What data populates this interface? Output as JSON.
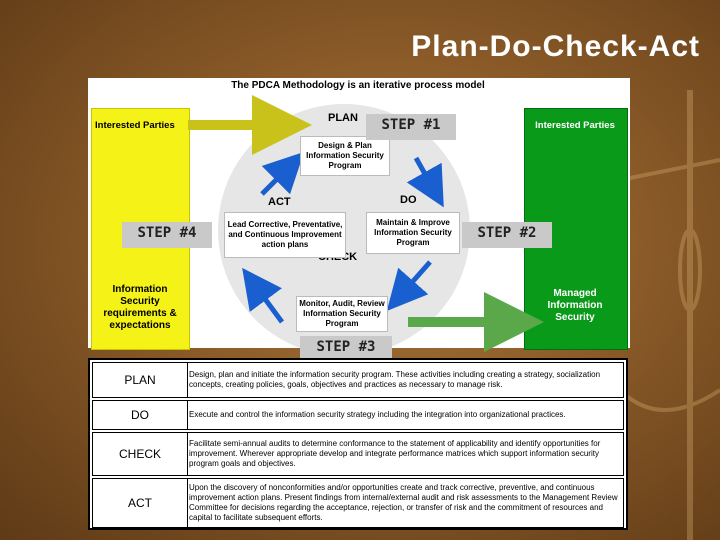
{
  "title": "Plan-Do-Check-Act",
  "subtitle": "The PDCA Methodology is an iterative process model",
  "left_panel": {
    "top_label": "Interested Parties",
    "bottom_label": "Information Security requirements & expectations"
  },
  "right_panel": {
    "top_label": "Interested Parties",
    "bottom_label": "Managed Information Security"
  },
  "phases": {
    "plan": {
      "label": "PLAN",
      "box": "Design & Plan Information Security Program",
      "step": "STEP #1"
    },
    "do": {
      "label": "DO",
      "box": "Maintain & Improve Information Security Program",
      "step": "STEP #2"
    },
    "check": {
      "label": "CHECK",
      "box": "Monitor, Audit, Review Information Security Program",
      "step": "STEP #3"
    },
    "act": {
      "label": "ACT",
      "box": "Lead Corrective, Preventative, and Continuous Improvement action plans",
      "step": "STEP #4"
    }
  },
  "table": [
    {
      "phase": "PLAN",
      "description": "Design, plan and initiate the information security program. These activities including creating a strategy, socialization concepts, creating policies, goals, objectives and practices as necessary to manage risk."
    },
    {
      "phase": "DO",
      "description": "Execute and control the information security strategy including the integration into organizational practices."
    },
    {
      "phase": "CHECK",
      "description": "Facilitate semi-annual audits to determine conformance to the statement of applicability and identify opportunities for improvement. Wherever appropriate develop and integrate performance matrices which support information security program goals and objectives."
    },
    {
      "phase": "ACT",
      "description": "Upon the discovery of nonconformities and/or opportunities create and track corrective, preventive, and continuous improvement action plans. Present findings from internal/external audit and risk assessments to the Management Review Committee for decisions regarding the acceptance, rejection, or transfer of risk and the commitment of resources and capital to facilitate subsequent efforts."
    }
  ],
  "colors": {
    "left_panel": "#f5f218",
    "right_panel": "#0a9a1a",
    "arrow": "#1a5fd0",
    "yellow_arrow": "#c8c21a",
    "green_arrow": "#5aa84a"
  }
}
